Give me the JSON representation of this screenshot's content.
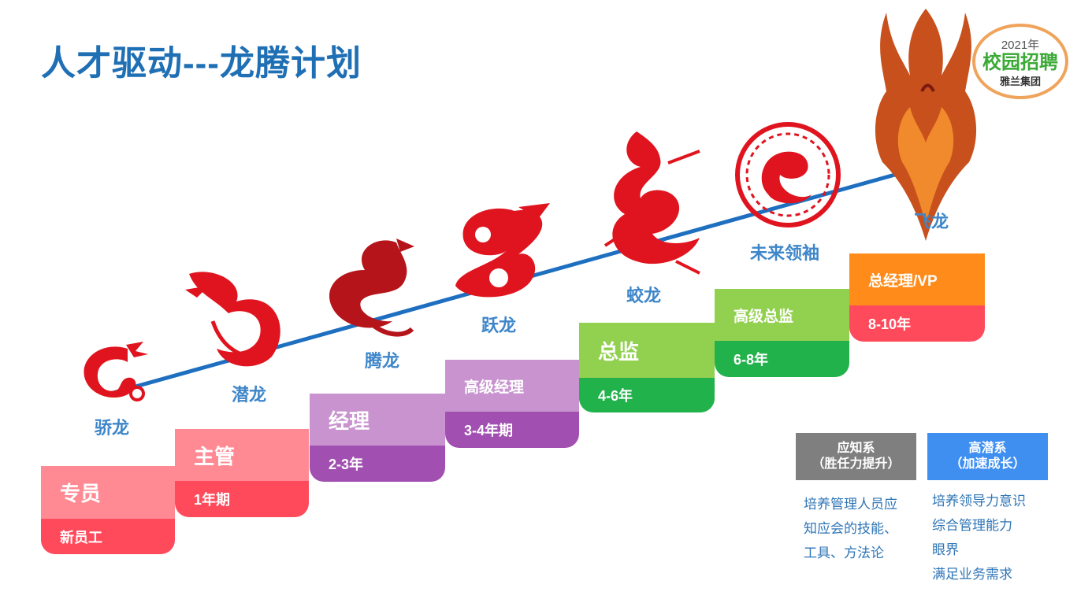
{
  "title": "人才驱动---龙腾计划",
  "badge": {
    "year": "2021年",
    "main": "校园招聘",
    "sub": "雅兰集团"
  },
  "dragons": [
    "骄龙",
    "潜龙",
    "腾龙",
    "跃龙",
    "蛟龙",
    "未来领袖",
    "飞龙"
  ],
  "steps": [
    {
      "role": "专员",
      "tenure": "新员工"
    },
    {
      "role": "主管",
      "tenure": "1年期"
    },
    {
      "role": "经理",
      "tenure": "2-3年"
    },
    {
      "role": "高级经理",
      "tenure": "3-4年期"
    },
    {
      "role": "总监",
      "tenure": "4-6年"
    },
    {
      "role": "高级总监",
      "tenure": "6-8年"
    },
    {
      "role": "总经理/VP",
      "tenure": "8-10年"
    }
  ],
  "competency": {
    "title": "应知系",
    "subtitle": "（胜任力提升）",
    "items": [
      "培养管理人员应",
      "知应会的技能、",
      "工具、方法论"
    ]
  },
  "potential": {
    "title": "高潜系",
    "subtitle": "（加速成长）",
    "items": [
      "培养领导力意识",
      "综合管理能力",
      "眼界",
      "满足业务需求"
    ]
  },
  "colors": {
    "title": "#1f6fb5",
    "label": "#3e86c9",
    "step_pink_top": "#ff8a93",
    "step_pink_bottom": "#ff4a5c",
    "step_purple_top": "#c893cf",
    "step_purple_bottom": "#a14fb0",
    "step_green_top": "#92d050",
    "step_green_bottom": "#22b24c",
    "step_orange_top": "#ff8c1a",
    "step_orange_bottom": "#ff4a5c",
    "box_gray": "#7f7f7f",
    "box_blue": "#3f8ff0",
    "dragon_red": "#e0141e",
    "arrow_line": "#1e6fc0"
  }
}
